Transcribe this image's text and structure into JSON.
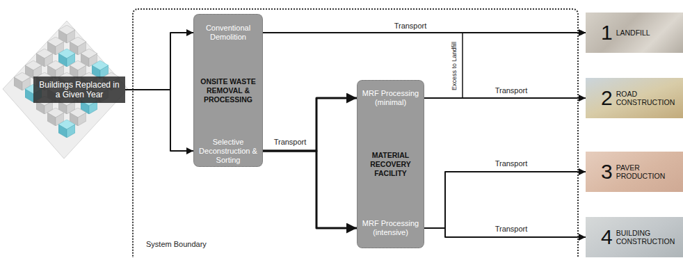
{
  "diagram": {
    "nodes": [
      {
        "text": [
          "Buildings Replaced in a Given Year"
        ]
      },
      {
        "text": [
          "System Boundary"
        ]
      },
      {
        "text": [
          "ONSITE WASTE REMOVAL & PROCESSING"
        ],
        "in": 1
      },
      {
        "text": [
          "Conventional Demolition"
        ],
        "in": 2
      },
      {
        "text": [
          "Selective Deconstruction & Sorting"
        ],
        "in": 2
      },
      {
        "text": [
          "MATERIAL RECOVERY FACILITY"
        ],
        "in": 1
      },
      {
        "text": [
          "MRF Processing (minimal)"
        ],
        "in": 5
      },
      {
        "text": [
          "MRF Processing (intensive)"
        ],
        "in": 5
      },
      {
        "text": [
          "1",
          "LANDFILL"
        ]
      },
      {
        "text": [
          "2",
          "ROAD CONSTRUCTION"
        ]
      },
      {
        "text": [
          "3",
          "PAVER PRODUCTION"
        ]
      },
      {
        "text": [
          "4",
          "BUILDING CONSTRUCTION"
        ]
      }
    ],
    "edges": [
      {
        "from": 0,
        "to": 3,
        "arrow": "to"
      },
      {
        "from": 0,
        "to": 4,
        "arrow": "to"
      },
      {
        "from": 3,
        "to": 8,
        "label": "Transport",
        "arrow": "to"
      },
      {
        "from": 4,
        "to": 6,
        "label": "Transport",
        "arrow": "to"
      },
      {
        "from": 4,
        "to": 7,
        "arrow": "to"
      },
      {
        "from": 6,
        "to": 9,
        "label": "Transport",
        "arrow": "to"
      },
      {
        "from": 6,
        "to": 8,
        "label": "Excess to Landfill",
        "arrow": "to"
      },
      {
        "from": 7,
        "to": 10,
        "label": "Transport",
        "arrow": "to"
      },
      {
        "from": 7,
        "to": 11,
        "label": "Transport",
        "arrow": "to"
      }
    ]
  }
}
